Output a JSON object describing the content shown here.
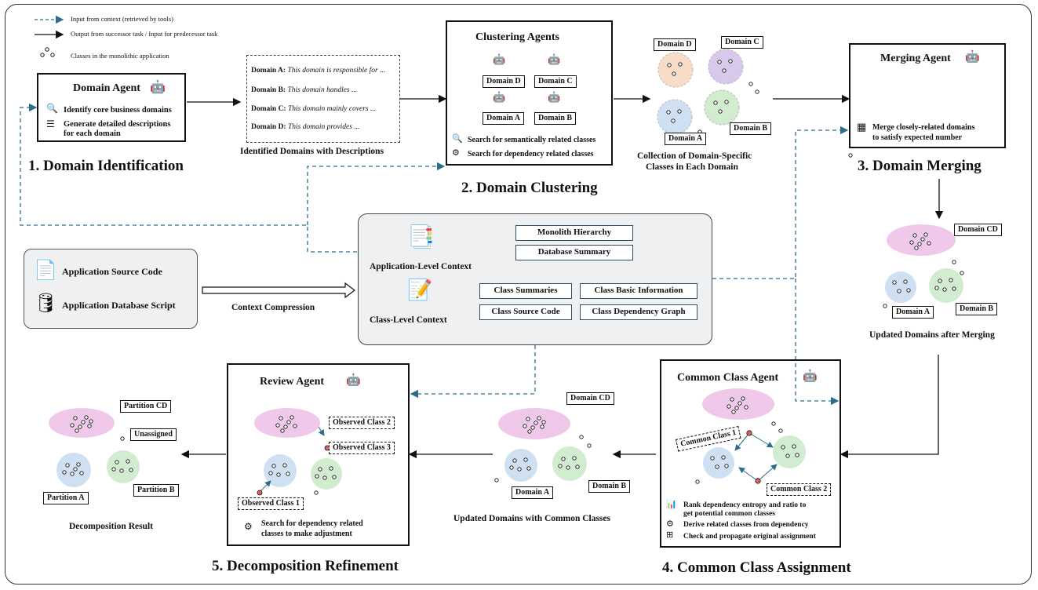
{
  "legend": {
    "dashed": "Input from context (retrieved by tools)",
    "solid": "Output from successor task / Input for predecessor task",
    "dots": "Classes in the monolithic application"
  },
  "domain_agent": {
    "title": "Domain Agent",
    "item1": "Identify core business domains",
    "item2a": "Generate detailed descriptions",
    "item2b": "for each domain"
  },
  "stage1": "1. Domain Identification",
  "descriptions": [
    {
      "name": "Domain A:",
      "text": "This domain is responsible for ..."
    },
    {
      "name": "Domain B:",
      "text": "This domain handles ..."
    },
    {
      "name": "Domain C:",
      "text": "This domain mainly covers ..."
    },
    {
      "name": "Domain D:",
      "text": "This domain provides ..."
    }
  ],
  "descriptions_caption": "Identified Domains with Descriptions",
  "clustering": {
    "title": "Clustering Agents",
    "labels": [
      "Domain D",
      "Domain C",
      "Domain A",
      "Domain B"
    ],
    "item1": "Search for semantically related classes",
    "item2": "Search for dependency related classes"
  },
  "stage2": "2. Domain Clustering",
  "collection": {
    "labels": [
      "Domain D",
      "Domain C",
      "Domain A",
      "Domain B"
    ],
    "caption1": "Collection of Domain-Specific",
    "caption2": "Classes in Each Domain"
  },
  "merging": {
    "title": "Merging Agent",
    "item1": "Merge closely-related domains",
    "item2": "to satisfy expected number"
  },
  "stage3": "3. Domain Merging",
  "updated_merge": {
    "labels": [
      "Domain CD",
      "Domain A",
      "Domain B"
    ],
    "caption": "Updated Domains after Merging"
  },
  "source": {
    "code": "Application Source Code",
    "db": "Application Database Script"
  },
  "compression": "Context Compression",
  "context": {
    "app_level": "Application-Level Context",
    "class_level": "Class-Level Context",
    "boxes": [
      "Monolith Hierarchy",
      "Database Summary",
      "Class Summaries",
      "Class Basic Information",
      "Class Source Code",
      "Class Dependency Graph"
    ]
  },
  "common": {
    "title": "Common Class Agent",
    "cc1": "Common Class 1",
    "cc2": "Common Class 2",
    "item1a": "Rank dependency entropy and ratio to",
    "item1b": "get potential common classes",
    "item2": "Derive related classes from dependency",
    "item3": "Check and propagate original assignment"
  },
  "stage4": "4. Common Class Assignment",
  "updated_common": {
    "labels": [
      "Domain CD",
      "Domain A",
      "Domain B"
    ],
    "caption": "Updated Domains with Common Classes"
  },
  "review": {
    "title": "Review Agent",
    "oc1": "Observed Class 1",
    "oc2": "Observed Class 2",
    "oc3": "Observed Class 3",
    "item1": "Search for dependency related",
    "item2": "classes to make adjustment"
  },
  "stage5": "5. Decomposition Refinement",
  "result": {
    "labels": [
      "Partition CD",
      "Unassigned",
      "Partition A",
      "Partition B"
    ],
    "caption": "Decomposition Result"
  },
  "colors": {
    "pink": "#f0c8ea",
    "blue": "#cfe0f3",
    "green": "#d2ecd0",
    "orange": "#f8dcc8",
    "purple": "#d8c8ec",
    "red": "#e06060",
    "teal": "#2c6e8a"
  }
}
